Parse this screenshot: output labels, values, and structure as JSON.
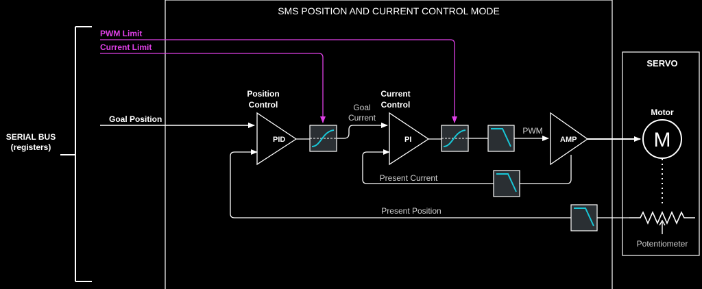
{
  "title": "SMS POSITION AND CURRENT CONTROL MODE",
  "serial_bus": {
    "line1": "SERIAL BUS",
    "line2": "(registers)"
  },
  "inputs": {
    "pwm_limit": "PWM Limit",
    "current_limit": "Current Limit",
    "goal_position": "Goal Position"
  },
  "blocks": {
    "position_control": {
      "line1": "Position",
      "line2": "Control",
      "inner": "PID"
    },
    "current_control": {
      "line1": "Current",
      "line2": "Control",
      "inner": "PI"
    },
    "amp": "AMP"
  },
  "signals": {
    "goal_current_line1": "Goal",
    "goal_current_line2": "Current",
    "pwm": "PWM",
    "present_current": "Present Current",
    "present_position": "Present Position"
  },
  "servo": {
    "title": "SERVO",
    "motor_label": "Motor",
    "motor_symbol": "M",
    "potentiometer": "Potentiometer"
  },
  "colors": {
    "background": "#000000",
    "line": "#ffffff",
    "limit": "#e040e8",
    "curve": "#18c8d8",
    "block_fill": "#2a2f33"
  }
}
